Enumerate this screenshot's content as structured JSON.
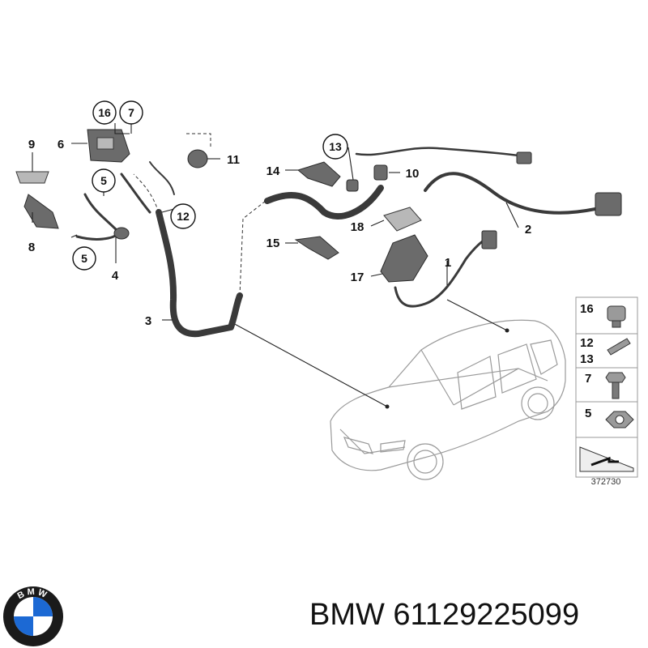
{
  "callouts": {
    "c1": "1",
    "c2": "2",
    "c3": "3",
    "c4": "4",
    "c5a": "5",
    "c5b": "5",
    "c6": "6",
    "c7": "7",
    "c8": "8",
    "c9": "9",
    "c10": "10",
    "c11": "11",
    "c12": "12",
    "c13": "13",
    "c14": "14",
    "c15": "15",
    "c16": "16",
    "c17": "17",
    "c18": "18"
  },
  "legend": {
    "items": [
      "16",
      "12",
      "13",
      "7",
      "5"
    ],
    "diagram_number": "372730"
  },
  "footer": {
    "brand_logo_text": "BMW",
    "part_number_text": "BMW 61129225099"
  },
  "colors": {
    "logo_blue": "#1c69d4",
    "logo_ring": "#1a1a1a"
  }
}
